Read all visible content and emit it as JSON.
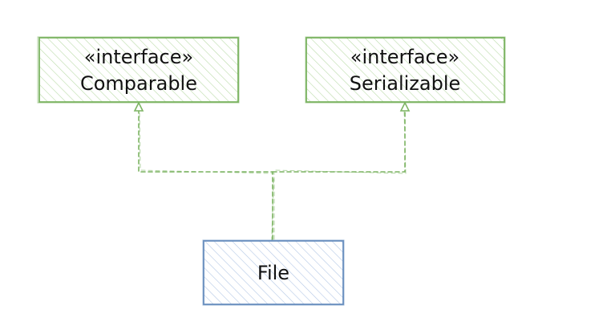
{
  "nodes": {
    "comparable": {
      "stereotype": "«interface»",
      "name": "Comparable",
      "fill": "#e6f2dd",
      "stroke": "#7cb462"
    },
    "serializable": {
      "stereotype": "«interface»",
      "name": "Serializable",
      "fill": "#e6f2dd",
      "stroke": "#7cb462"
    },
    "file": {
      "name": "File",
      "fill": "#dfe8f5",
      "stroke": "#6a8fbf"
    }
  },
  "edges": [
    {
      "from": "file",
      "to": "comparable",
      "type": "realization",
      "style": "dashed",
      "color": "#7cb462"
    },
    {
      "from": "file",
      "to": "serializable",
      "type": "realization",
      "style": "dashed",
      "color": "#7cb462"
    }
  ]
}
